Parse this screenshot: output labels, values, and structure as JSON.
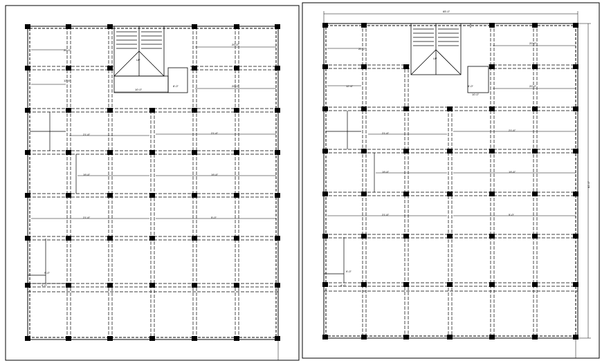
{
  "drawing": {
    "colors": {
      "ink": "#000000",
      "background": "#ffffff",
      "hatch": "#555555"
    },
    "panels": [
      {
        "id": "left-plan",
        "dimension_labels": [
          "20'-0\"",
          "20'-0\"",
          "10'-0\"",
          "8'-0\"",
          "20'-0\"",
          "12'-6\"",
          "21'-6\"",
          "21'-6\"",
          "19'-6\"",
          "19'-6\"",
          "21'-6\"",
          "5'-0\"",
          "9'-0\"",
          "4'-0\""
        ],
        "stair": {
          "label": "UP"
        }
      },
      {
        "id": "right-plan",
        "dimension_labels": [
          "65'-0\"",
          "20'-0\"",
          "20'-0\"",
          "10'-0\"",
          "20'-0\"",
          "12'-6\"",
          "8'-0\"",
          "21'-6\"",
          "21'-6\"",
          "19'-6\"",
          "19'-6\"",
          "21'-6\"",
          "5'-0\"",
          "9'-0\"",
          "4'-0\"",
          "82'-0\""
        ],
        "stair": {
          "label": "UP"
        }
      }
    ]
  }
}
